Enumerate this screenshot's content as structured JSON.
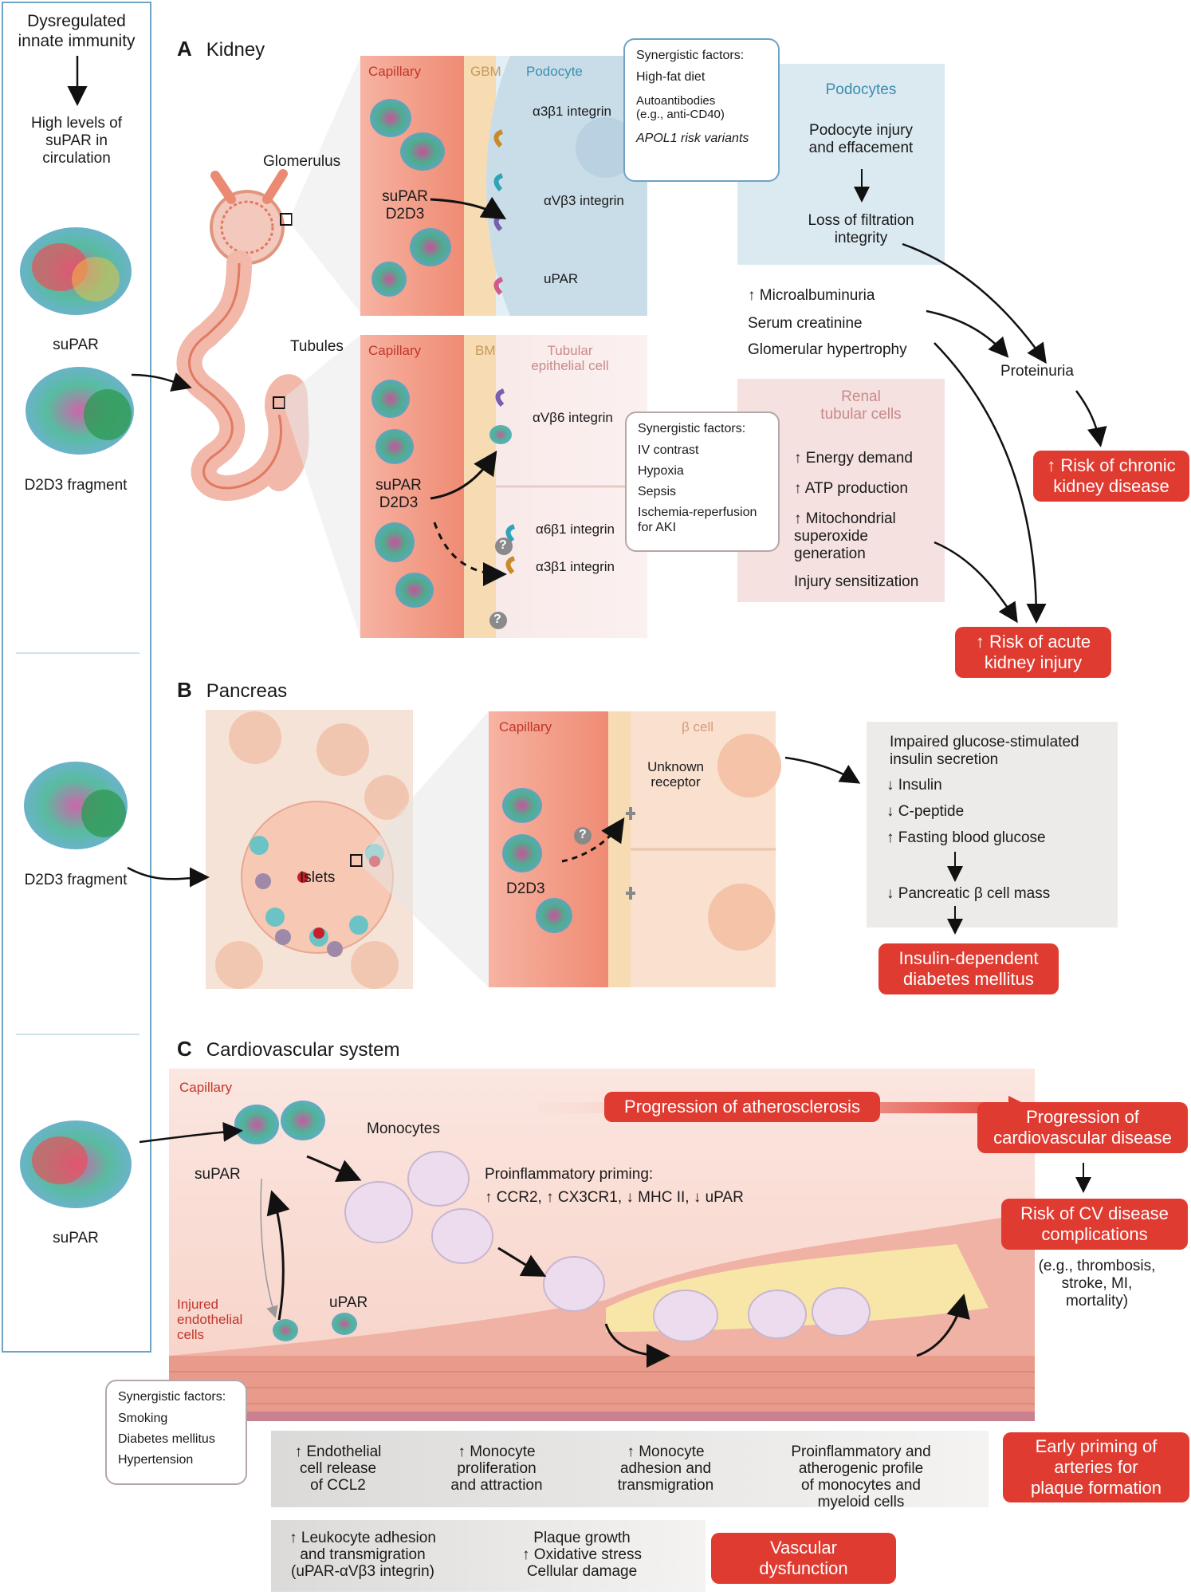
{
  "sidebar": {
    "title": "Dysregulated innate immunity",
    "high_levels": "High levels of suPAR in circulation",
    "supar_1": "suPAR",
    "d2d3_1": "D2D3 fragment",
    "d2d3_2": "D2D3 fragment",
    "supar_2": "suPAR"
  },
  "kidney": {
    "letter": "A",
    "title": "Kidney",
    "glomerulus": "Glomerulus",
    "tubules": "Tubules",
    "glom_panel": {
      "capillary": "Capillary",
      "gbm": "GBM",
      "podocyte": "Podocyte",
      "a3b1": "α3β1 integrin",
      "avb3": "αVβ3 integrin",
      "upar": "uPAR",
      "supar_d2d3": "suPAR\nD2D3"
    },
    "glom_synergy": {
      "title": "Synergistic factors:",
      "item1": "High-fat diet",
      "item2": "Autoantibodies\n(e.g., anti-CD40)",
      "item3": "APOL1 risk variants"
    },
    "podocytes_box": {
      "title": "Podocytes",
      "line1": "Podocyte injury\nand effacement",
      "line2": "Loss of filtration\nintegrity"
    },
    "markers": {
      "m1": "↑ Microalbuminuria",
      "m2": "Serum creatinine",
      "m3": "Glomerular hypertrophy",
      "proteinuria": "Proteinuria"
    },
    "ckd": "↑ Risk of chronic\nkidney disease",
    "tub_panel": {
      "capillary": "Capillary",
      "bm": "BM",
      "tubular": "Tubular\nepithelial cell",
      "avb6": "αVβ6 integrin",
      "a6b1": "α6β1 integrin",
      "a3b1": "α3β1 integrin",
      "supar_d2d3": "suPAR\nD2D3",
      "q": "?"
    },
    "tub_synergy": {
      "title": "Synergistic factors:",
      "item1": "IV contrast",
      "item2": "Hypoxia",
      "item3": "Sepsis",
      "item4": "Ischemia-reperfusion\nfor AKI"
    },
    "renal_box": {
      "title": "Renal\ntubular cells",
      "l1": "↑ Energy demand",
      "l2": "↑ ATP production",
      "l3": "↑ Mitochondrial\nsuperoxide\ngeneration",
      "l4": "Injury sensitization"
    },
    "aki": "↑ Risk of acute\nkidney injury"
  },
  "pancreas": {
    "letter": "B",
    "title": "Pancreas",
    "islets": "Islets",
    "capillary": "Capillary",
    "bcell": "β cell",
    "receptor": "Unknown\nreceptor",
    "d2d3": "D2D3",
    "q": "?",
    "box": {
      "l1": "Impaired glucose-stimulated\ninsulin secretion",
      "l2": "↓ Insulin",
      "l3": "↓ C-peptide",
      "l4": "↑ Fasting blood glucose",
      "l5": "↓ Pancreatic β cell mass"
    },
    "diabetes": "Insulin-dependent\ndiabetes mellitus"
  },
  "cv": {
    "letter": "C",
    "title": "Cardiovascular system",
    "capillary": "Capillary",
    "supar": "suPAR",
    "monocytes": "Monocytes",
    "priming_title": "Proinflammatory priming:",
    "priming": "↑ CCR2, ↑ CX3CR1, ↓ MHC II, ↓ uPAR",
    "injured": "Injured\nendothelial\ncells",
    "upar": "uPAR",
    "atherosclerosis": "Progression of atherosclerosis",
    "cvd": "Progression of\ncardiovascular disease",
    "complications": "Risk of CV disease\ncomplications",
    "complications_eg": "(e.g., thrombosis,\nstroke, MI,\nmortality)",
    "synergy": {
      "title": "Synergistic factors:",
      "item1": "Smoking",
      "item2": "Diabetes mellitus",
      "item3": "Hypertension"
    },
    "flow1": {
      "s1": "↑ Endothelial\ncell release\nof CCL2",
      "s2": "↑ Monocyte\nproliferation\nand attraction",
      "s3": "↑ Monocyte\nadhesion and\ntransmigration",
      "s4": "Proinflammatory and\natherogenic profile\nof monocytes and\nmyeloid cells"
    },
    "early": "Early priming of\narteries for\nplaque formation",
    "flow2": {
      "s1": "↑ Leukocyte adhesion\nand transmigration\n(uPAR-αVβ3 integrin)",
      "s2": "Plaque growth\n↑ Oxidative stress\nCellular damage"
    },
    "vascular": "Vascular\ndysfunction"
  },
  "colors": {
    "red": "#e03b31",
    "capillary": "#f2a08c",
    "podocyte_bg": "#dbe9f1",
    "tubular_bg": "#f4e1e0",
    "sidebar_border": "#6fa3c4"
  }
}
